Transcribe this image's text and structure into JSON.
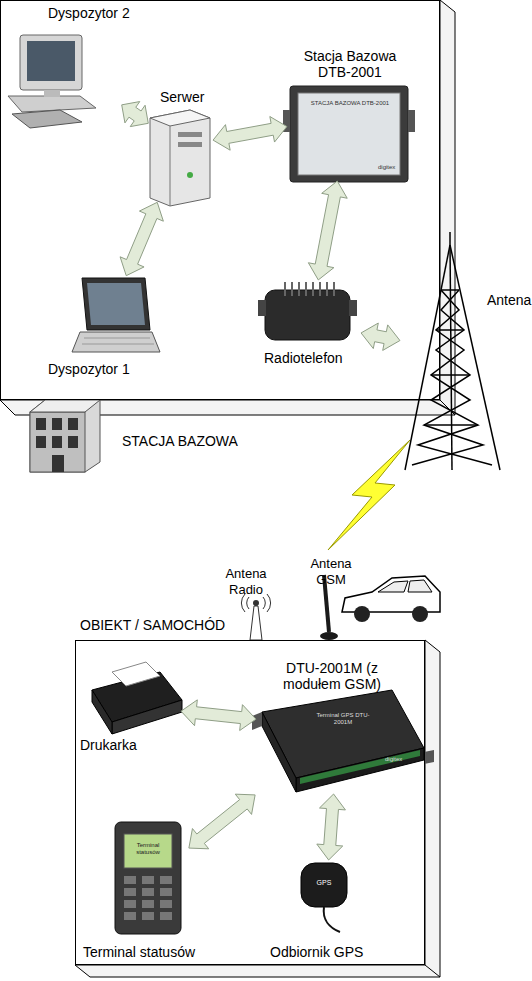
{
  "diagram": {
    "nodes": [
      {
        "text": [
          "STACJA BAZOWA"
        ]
      },
      {
        "text": [
          "Dyspozytor 2"
        ],
        "in": 0
      },
      {
        "text": [
          "Serwer"
        ],
        "in": 0
      },
      {
        "text": [
          "Stacja Bazowa DTB-2001"
        ],
        "in": 0
      },
      {
        "text": [
          "Dyspozytor 1"
        ],
        "in": 0
      },
      {
        "text": [
          "Radiotelefon"
        ],
        "in": 0
      },
      {
        "text": [
          "Antena"
        ]
      },
      {
        "text": [
          "Antena Radio"
        ]
      },
      {
        "text": [
          "Antena GSM"
        ]
      },
      {
        "text": [
          "OBIEKT / SAMOCHÓD"
        ]
      },
      {
        "text": [
          "Drukarka"
        ],
        "in": 9
      },
      {
        "text": [
          "DTU-2001M (z modułem GSM)"
        ],
        "in": 9
      },
      {
        "text": [
          "Terminal statusów"
        ],
        "in": 9
      },
      {
        "text": [
          "Odbiornik GPS"
        ],
        "in": 9
      }
    ],
    "edges": [
      {
        "from": 1,
        "to": 2,
        "arrow": "both"
      },
      {
        "from": 2,
        "to": 3,
        "arrow": "both"
      },
      {
        "from": 2,
        "to": 4,
        "arrow": "both"
      },
      {
        "from": 3,
        "to": 5,
        "arrow": "both"
      },
      {
        "from": 5,
        "to": 6,
        "arrow": "both"
      },
      {
        "from": 10,
        "to": 11,
        "arrow": "both"
      },
      {
        "from": 12,
        "to": 11,
        "arrow": "both"
      },
      {
        "from": 13,
        "to": 11,
        "arrow": "both"
      }
    ],
    "labels": [
      "STACJA BAZOWA DTB-2001",
      "digitex",
      "Terminal GPS DTU-2001M",
      "digitex",
      "Terminal statusów",
      "GPS"
    ]
  }
}
